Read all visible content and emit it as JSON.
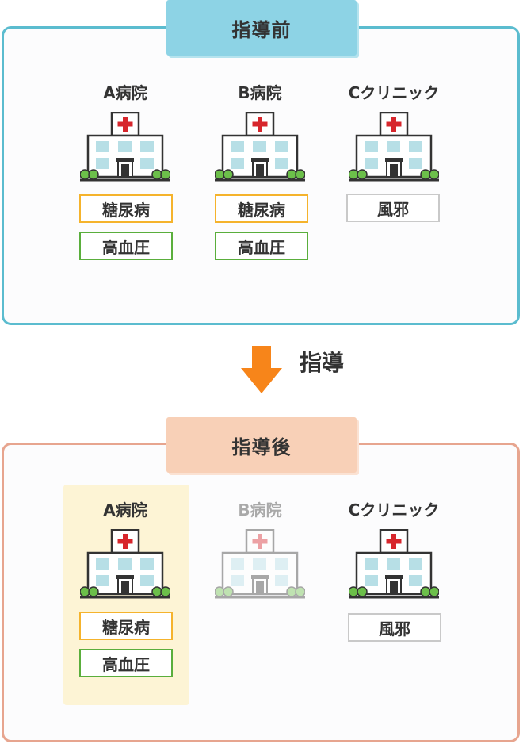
{
  "before": {
    "title": "指導前",
    "hospitals": [
      {
        "name": "A病院",
        "tags": [
          "糖尿病",
          "高血圧"
        ]
      },
      {
        "name": "B病院",
        "tags": [
          "糖尿病",
          "高血圧"
        ]
      },
      {
        "name": "Cクリニック",
        "tags": [
          "風邪"
        ]
      }
    ]
  },
  "arrow": {
    "label": "指導"
  },
  "after": {
    "title": "指導後",
    "hospitals": [
      {
        "name": "A病院",
        "tags": [
          "糖尿病",
          "高血圧"
        ]
      },
      {
        "name": "B病院",
        "tags": []
      },
      {
        "name": "Cクリニック",
        "tags": [
          "風邪"
        ]
      }
    ]
  },
  "colors": {
    "before_border": "#5bbccf",
    "before_tab": "#8dd3e5",
    "after_border": "#e7a58f",
    "after_tab": "#f8d0b7",
    "highlight": "#fdf4d5",
    "diabetes": "#f5b32c",
    "hypertension": "#5aae3c",
    "cold": "#c9c9c9",
    "arrow": "#f7851a",
    "cross": "#d7262c"
  },
  "icons": {
    "hospital": "hospital-building-icon",
    "arrow": "arrow-down-icon"
  }
}
